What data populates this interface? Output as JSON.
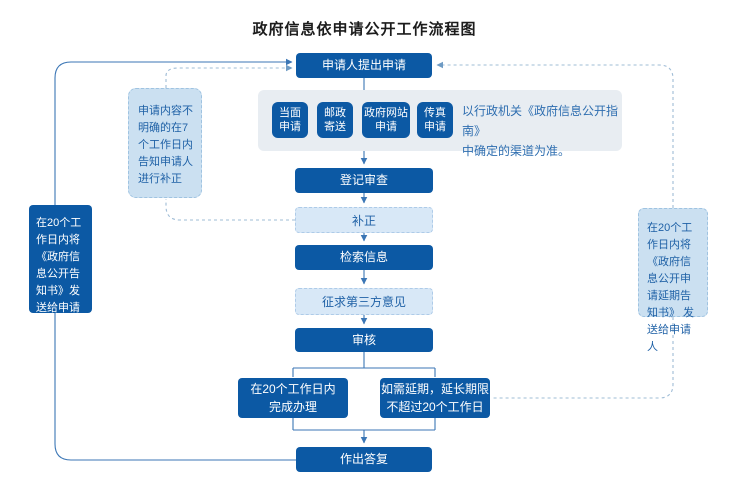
{
  "title": "政府信息依申请公开工作流程图",
  "flow": {
    "apply": "申请人提出申请",
    "channels": [
      {
        "label": "当面申请"
      },
      {
        "label": "邮政寄送"
      },
      {
        "label": "政府网站申请"
      },
      {
        "label": "传真申请"
      }
    ],
    "channel_note": "以行政机关《政府信息公开指南》\n中确定的渠道为准。",
    "correction_note": "申请内容不明确的在7个工作日内告知申请人进行补正",
    "register": "登记审查",
    "correction": "补正",
    "search": "检索信息",
    "third_party": "征求第三方意见",
    "review": "审核",
    "complete": "在20个工作日内\n完成办理",
    "extension": "如需延期，延长期限\n不超过20个工作日",
    "reply": "作出答复",
    "notice_left": "在20个工作日内将《政府信息公开告知书》发送给申请人",
    "notice_right": "在20个工作日内将《政府信息公开申请延期告知书》 发送给申请人"
  },
  "colors": {
    "node_dark": "#0C59A4",
    "node_light_fill": "#D8E8F7",
    "note_fill": "#CBE0F1",
    "panel_fill": "#E8EDF2",
    "line_solid": "#3B76B5",
    "line_dashed": "#9FBCD6",
    "text_blue": "#1F61A6"
  }
}
